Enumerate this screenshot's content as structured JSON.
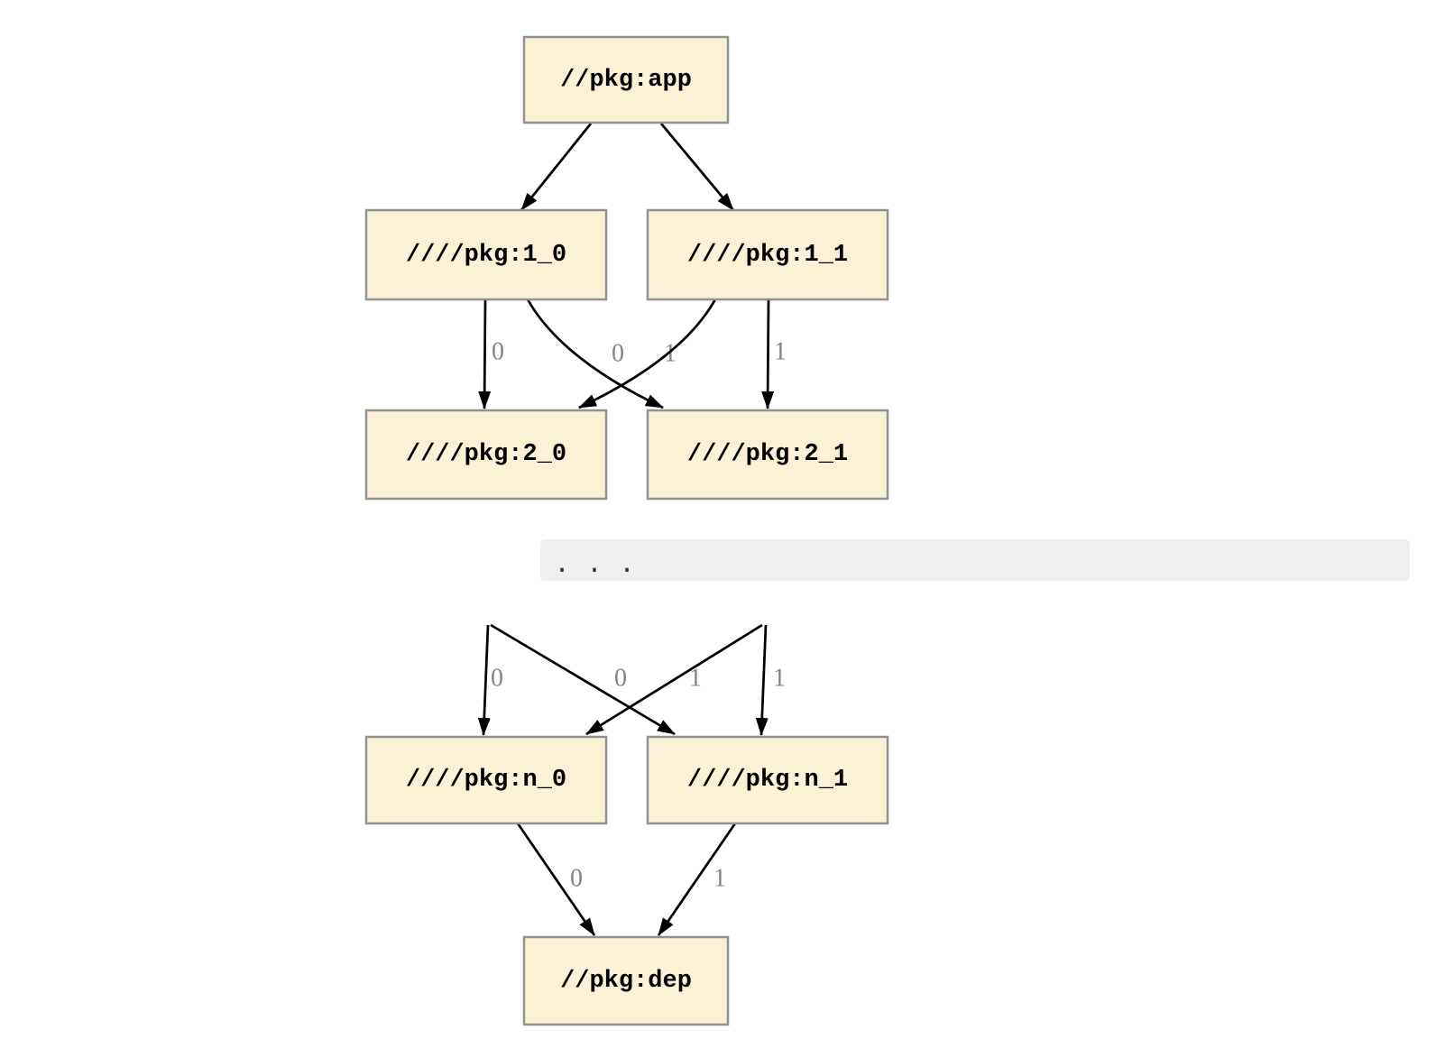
{
  "colors": {
    "canvas_bg": "#FFFFFF",
    "node_fill": "#FBF2D5",
    "node_border": "#8E9494",
    "edge": "#000000",
    "edge_label": "#848484",
    "band_bg": "#F0F0F0",
    "band_text": "#333333"
  },
  "graph": {
    "nodes": {
      "app": {
        "label": "//pkg:app"
      },
      "l1_0": {
        "label": "////pkg:1_0"
      },
      "l1_1": {
        "label": "////pkg:1_1"
      },
      "l2_0": {
        "label": "////pkg:2_0"
      },
      "l2_1": {
        "label": "////pkg:2_1"
      },
      "ln_0": {
        "label": "////pkg:n_0"
      },
      "ln_1": {
        "label": "////pkg:n_1"
      },
      "dep": {
        "label": "//pkg:dep"
      }
    },
    "edge_labels": {
      "from_1_0_to_2_0": "0",
      "from_1_0_to_2_1": "1",
      "from_1_1_to_2_0": "0",
      "from_1_1_to_2_1": "1",
      "dots_straight_to_n_0": "0",
      "dots_cross_to_n_1": "1",
      "dots_cross_to_n_0": "0",
      "dots_straight_to_n_1": "1",
      "from_n_0_to_dep": "0",
      "from_n_1_to_dep": "1"
    },
    "ellipsis_text": ". . ."
  }
}
